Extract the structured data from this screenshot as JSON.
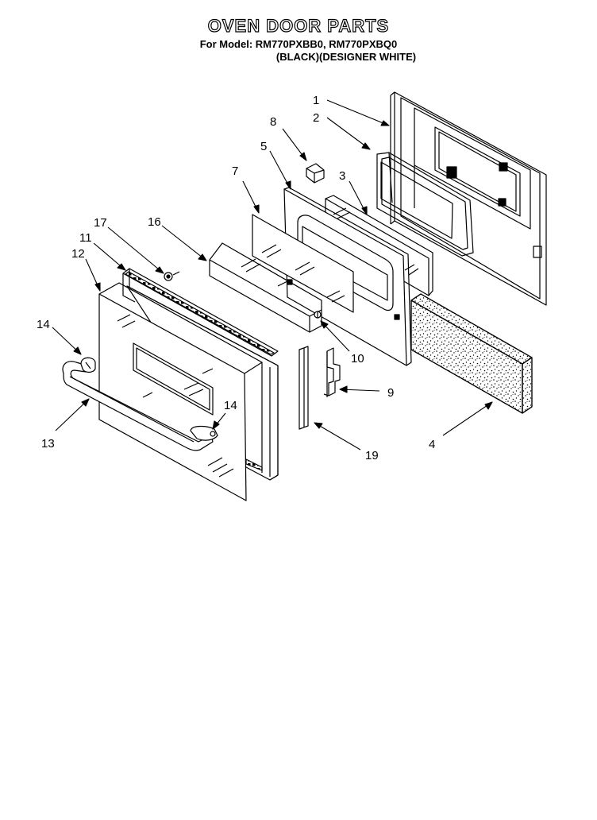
{
  "header": {
    "title": "OVEN DOOR PARTS",
    "model_line": "For Model: RM770PXBB0, RM770PXBQ0",
    "color_line": "(BLACK)(DESIGNER WHITE)"
  },
  "callouts": {
    "c1": "1",
    "c2": "2",
    "c3": "3",
    "c4": "4",
    "c5": "5",
    "c7": "7",
    "c8": "8",
    "c9": "9",
    "c10": "10",
    "c11": "11",
    "c12": "12",
    "c13": "13",
    "c14a": "14",
    "c14b": "14",
    "c16": "16",
    "c17": "17",
    "c19": "19"
  },
  "parts": [
    {
      "callout": "1",
      "part": "inner-door-panel"
    },
    {
      "callout": "2",
      "part": "gasket"
    },
    {
      "callout": "3",
      "part": "glass-pane"
    },
    {
      "callout": "4",
      "part": "insulation"
    },
    {
      "callout": "5",
      "part": "door-frame"
    },
    {
      "callout": "7",
      "part": "glass-pane"
    },
    {
      "callout": "8",
      "part": "clip"
    },
    {
      "callout": "9",
      "part": "bracket"
    },
    {
      "callout": "10",
      "part": "screw"
    },
    {
      "callout": "11",
      "part": "vent-trim"
    },
    {
      "callout": "12",
      "part": "outer-door-glass"
    },
    {
      "callout": "13",
      "part": "door-handle"
    },
    {
      "callout": "14",
      "part": "handle-end-cap"
    },
    {
      "callout": "16",
      "part": "glass-pane"
    },
    {
      "callout": "17",
      "part": "screw"
    },
    {
      "callout": "19",
      "part": "side-trim"
    }
  ]
}
